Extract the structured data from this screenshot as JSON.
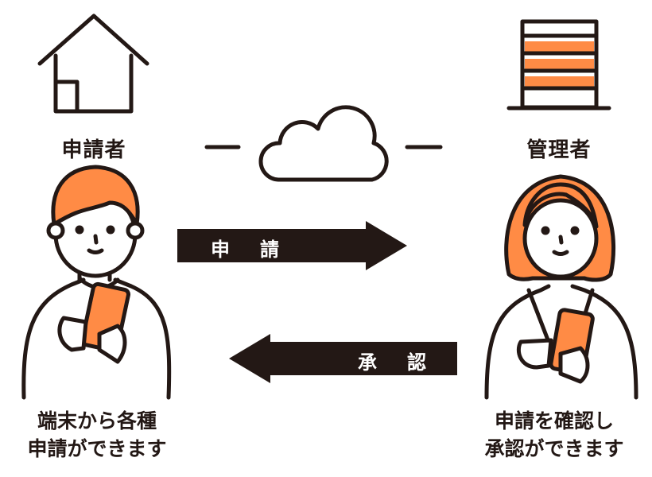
{
  "applicant": {
    "label": "申請者",
    "caption_line1": "端末から各種",
    "caption_line2": "申請ができます"
  },
  "admin": {
    "label": "管理者",
    "caption_line1": "申請を確認し",
    "caption_line2": "承認ができます"
  },
  "arrow_apply": {
    "char1": "申",
    "char2": "請"
  },
  "arrow_approve": {
    "char1": "承",
    "char2": "認"
  },
  "colors": {
    "accent": "#FF8B45",
    "ink": "#231815"
  }
}
